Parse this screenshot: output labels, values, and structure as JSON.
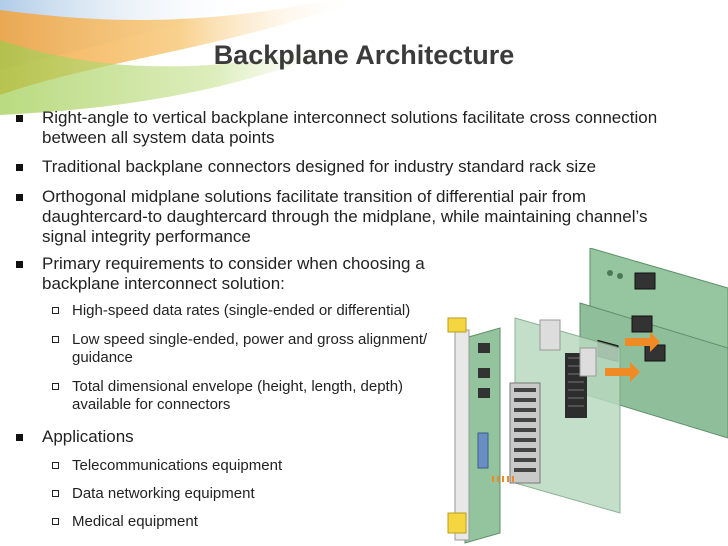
{
  "title": "Backplane Architecture",
  "bullets": [
    {
      "lines": [
        "Right-angle to vertical backplane interconnect solutions facilitate cross connection",
        "between all system data points"
      ]
    },
    {
      "lines": [
        "Traditional backplane connectors designed for industry standard rack size"
      ]
    },
    {
      "lines": [
        "Orthogonal midplane solutions facilitate transition of differential pair from",
        "daughtercard-to daughtercard through the midplane, while maintaining channel’s",
        "signal integrity performance"
      ]
    },
    {
      "lines": [
        "Primary requirements to consider when choosing a",
        "backplane interconnect solution:"
      ]
    },
    {
      "lines": [
        "Applications"
      ]
    }
  ],
  "requirements": [
    {
      "lines": [
        "High-speed data rates (single-ended or differential)"
      ]
    },
    {
      "lines": [
        "Low speed single-ended, power and gross alignment/",
        "guidance"
      ]
    },
    {
      "lines": [
        "Total dimensional envelope (height, length, depth)",
        "available for connectors"
      ]
    }
  ],
  "applications": [
    {
      "lines": [
        "Telecommunications equipment"
      ]
    },
    {
      "lines": [
        "Data networking equipment"
      ]
    },
    {
      "lines": [
        "Medical equipment"
      ]
    }
  ],
  "colors": {
    "title": "#3b3b3b",
    "board_green": "#8fbf9a",
    "accent_orange": "#f08a24",
    "accent_yellow": "#f5d640"
  },
  "icons": {
    "level1": "filled-square-bullet-icon",
    "level2": "hollow-square-bullet-icon"
  }
}
